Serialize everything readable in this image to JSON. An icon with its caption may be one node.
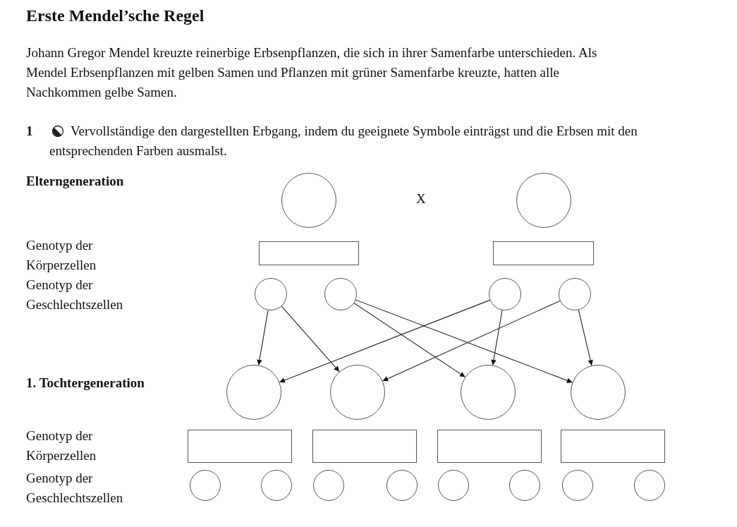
{
  "diagram": {
    "title": "Erste Mendel’sche Regel",
    "nodes": [
      {
        "text": [],
        "shape": "circle"
      },
      {
        "text": [],
        "shape": "circle"
      },
      {
        "text": [],
        "shape": "box"
      },
      {
        "text": [],
        "shape": "box"
      },
      {
        "text": [],
        "shape": "circle"
      },
      {
        "text": [],
        "shape": "circle"
      },
      {
        "text": [],
        "shape": "circle"
      },
      {
        "text": [],
        "shape": "circle"
      },
      {
        "text": [],
        "shape": "circle"
      },
      {
        "text": [],
        "shape": "circle"
      },
      {
        "text": [],
        "shape": "circle"
      },
      {
        "text": [],
        "shape": "circle"
      },
      {
        "text": [],
        "shape": "box"
      },
      {
        "text": [],
        "shape": "box"
      },
      {
        "text": [],
        "shape": "box"
      },
      {
        "text": [],
        "shape": "box"
      },
      {
        "text": [],
        "shape": "circle"
      },
      {
        "text": [],
        "shape": "circle"
      },
      {
        "text": [],
        "shape": "circle"
      },
      {
        "text": [],
        "shape": "circle"
      },
      {
        "text": [],
        "shape": "circle"
      },
      {
        "text": [],
        "shape": "circle"
      },
      {
        "text": [],
        "shape": "circle"
      },
      {
        "text": [],
        "shape": "circle"
      }
    ],
    "edges": [
      {
        "from": 4,
        "to": 8,
        "arrow": "to"
      },
      {
        "from": 4,
        "to": 9,
        "arrow": "to"
      },
      {
        "from": 5,
        "to": 10,
        "arrow": "to"
      },
      {
        "from": 5,
        "to": 11,
        "arrow": "to"
      },
      {
        "from": 6,
        "to": 8,
        "arrow": "to"
      },
      {
        "from": 6,
        "to": 10,
        "arrow": "to"
      },
      {
        "from": 7,
        "to": 9,
        "arrow": "to"
      },
      {
        "from": 7,
        "to": 11,
        "arrow": "to"
      }
    ],
    "labels": [
      "Johann Gregor Mendel kreuzte reinerbige Erbsenpflanzen, die sich in ihrer Samenfarbe unterschieden. Als Mendel Erbsenpflanzen mit gelben Samen und Pflanzen mit grüner Samenfarbe kreuzte, hatten alle Nachkommen gelbe Samen.",
      "1",
      "Vervollständige den dargestellten Erbgang, indem du geeignete Symbole einträgst und die Erbsen mit den entsprechenden Farben ausmalst.",
      "Elterngeneration",
      "X",
      "Genotyp der Körperzellen",
      "Genotyp der Geschlechtszellen",
      "1. Tochtergeneration",
      "Genotyp der Körperzellen",
      "Genotyp der Geschlechtszellen"
    ]
  }
}
